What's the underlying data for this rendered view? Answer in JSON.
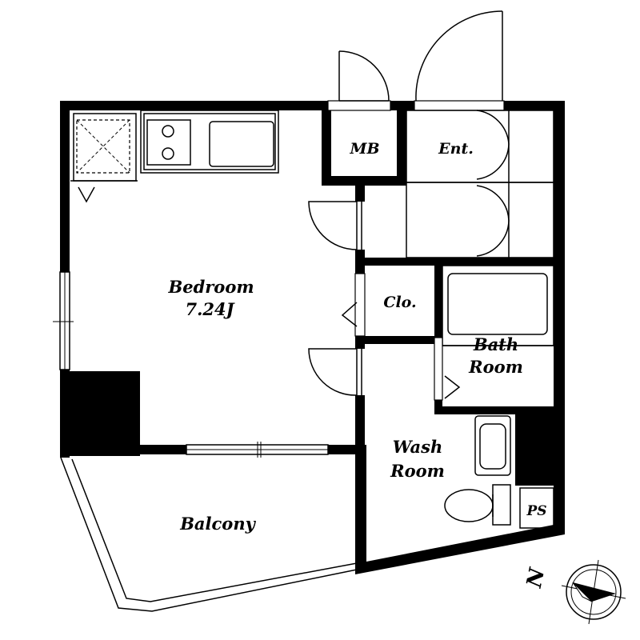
{
  "rooms": {
    "bedroom": {
      "name": "Bedroom",
      "size": "7.24J"
    },
    "mb": "MB",
    "entrance": "Ent.",
    "closet": "Clo.",
    "bath": {
      "line1": "Bath",
      "line2": "Room"
    },
    "wash": {
      "line1": "Wash",
      "line2": "Room"
    },
    "balcony": "Balcony",
    "ps": "PS"
  },
  "compass": {
    "label": "N"
  }
}
